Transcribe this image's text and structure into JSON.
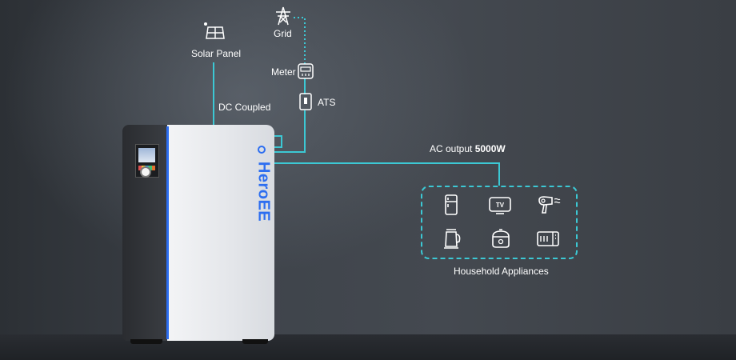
{
  "labels": {
    "grid": "Grid",
    "solar_panel": "Solar Panel",
    "meter": "Meter",
    "ats": "ATS",
    "dc_coupled": "DC Coupled",
    "ac_output_prefix": "AC output ",
    "ac_output_value": "5000W",
    "household_appliances": "Household Appliances"
  },
  "battery": {
    "brand": "HeroEE"
  },
  "colors": {
    "wire": "#3cc8d4",
    "brand_blue": "#2d6ef0",
    "icon": "#ffffff"
  },
  "icons": {
    "grid": "power-tower-icon",
    "solar": "solar-panel-icon",
    "meter": "meter-icon",
    "ats": "ats-switch-icon",
    "appliances": [
      "fridge-icon",
      "tv-icon",
      "hair-dryer-icon",
      "kettle-icon",
      "rice-cooker-icon",
      "microwave-icon"
    ]
  },
  "appliance_tv_text": "TV"
}
